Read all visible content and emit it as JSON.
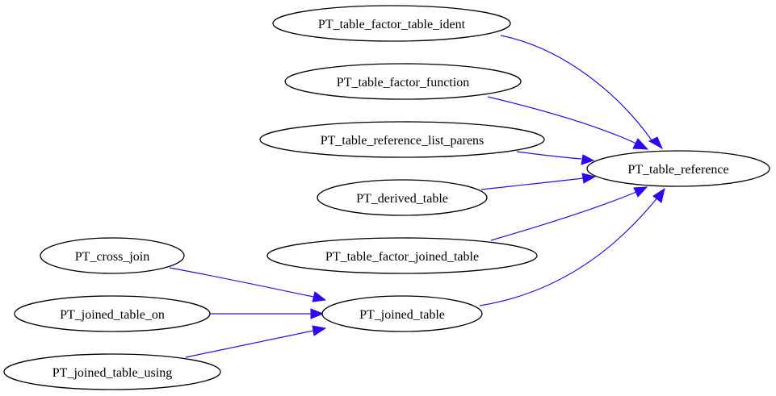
{
  "diagram": {
    "nodes": {
      "ident": "PT_table_factor_table_ident",
      "function": "PT_table_factor_function",
      "list_parens": "PT_table_reference_list_parens",
      "derived": "PT_derived_table",
      "factor_joined": "PT_table_factor_joined_table",
      "reference": "PT_table_reference",
      "cross_join": "PT_cross_join",
      "joined_on": "PT_joined_table_on",
      "joined_using": "PT_joined_table_using",
      "joined_table": "PT_joined_table"
    },
    "edges": [
      {
        "from": "ident",
        "to": "reference"
      },
      {
        "from": "function",
        "to": "reference"
      },
      {
        "from": "list_parens",
        "to": "reference"
      },
      {
        "from": "derived",
        "to": "reference"
      },
      {
        "from": "factor_joined",
        "to": "reference"
      },
      {
        "from": "joined_table",
        "to": "reference"
      },
      {
        "from": "cross_join",
        "to": "joined_table"
      },
      {
        "from": "joined_on",
        "to": "joined_table"
      },
      {
        "from": "joined_using",
        "to": "joined_table"
      }
    ],
    "colors": {
      "edge": "#2a0bf0",
      "node_stroke": "#000000",
      "background": "#ffffff"
    }
  }
}
